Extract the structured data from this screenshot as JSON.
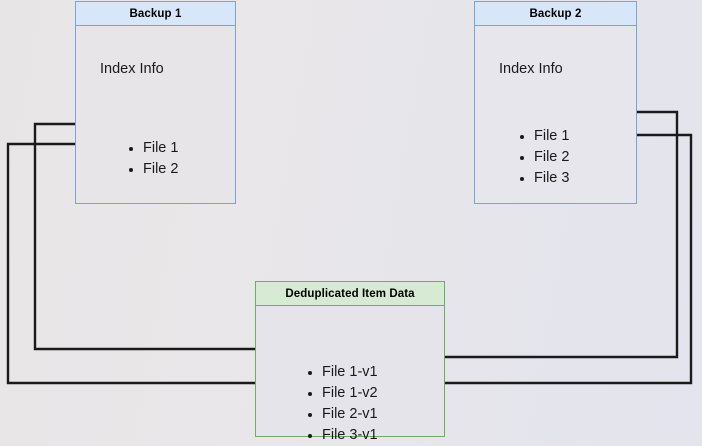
{
  "diagram": {
    "title": "Backup deduplication index diagram",
    "background_left": "#e8e5e6",
    "background_right": "#e3e4ee"
  },
  "nodes": {
    "backup1": {
      "header": "Backup 1",
      "section_label": "Index Info",
      "header_fill": "#d7e6f8",
      "border_color": "#7ba3d4",
      "body_fill": "#e7e5e7",
      "items": [
        {
          "label": "File 1"
        },
        {
          "label": "File 2"
        }
      ]
    },
    "backup2": {
      "header": "Backup 2",
      "section_label": "Index Info",
      "header_fill": "#d7e6f8",
      "border_color": "#7ba3d4",
      "body_fill": "#e7e6ec",
      "items": [
        {
          "label": "File 1"
        },
        {
          "label": "File 2"
        },
        {
          "label": "File 3"
        }
      ]
    },
    "dedup": {
      "header": "Deduplicated Item Data",
      "header_fill": "#d6ead4",
      "border_color": "#72ab63",
      "body_fill": "#e5e4ea",
      "items": [
        {
          "label": "File 1-v1"
        },
        {
          "label": "File 1-v2"
        },
        {
          "label": "File 2-v1"
        },
        {
          "label": "File 3-v1"
        }
      ]
    }
  },
  "connections": [
    {
      "name": "backup1-file1-to-file1v1",
      "from": "backup1.items.0",
      "to": "dedup.items.0",
      "color": "#1a1a1a"
    },
    {
      "name": "backup1-file2-to-file2v1",
      "from": "backup1.items.1",
      "to": "dedup.items.2",
      "color": "#1a1a1a"
    },
    {
      "name": "backup2-file1-to-file1v2",
      "from": "backup2.items.0",
      "to": "dedup.items.1",
      "color": "#1a1a1a"
    },
    {
      "name": "backup2-file2-to-file2v1",
      "from": "backup2.items.1",
      "to": "dedup.items.2",
      "color": "#1a1a1a"
    }
  ]
}
